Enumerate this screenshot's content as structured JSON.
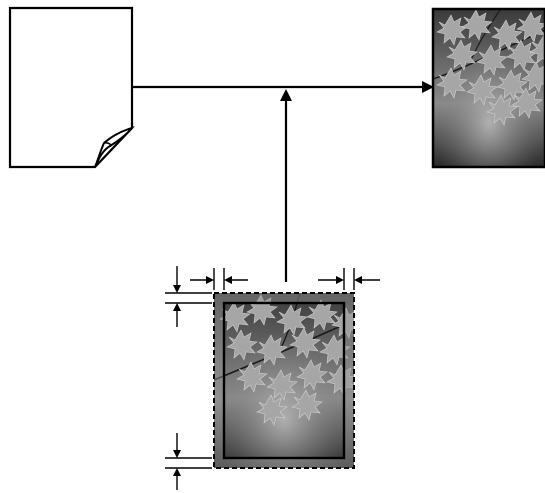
{
  "diagram": {
    "paper_sheet": {
      "icon": "blank-page-with-curled-corner-icon"
    },
    "printed_result": {
      "icon": "leaf-photo-image",
      "extent": "borderless"
    },
    "source_image": {
      "icon": "leaf-photo-image",
      "extent": "enlarged-beyond-paper",
      "border": "dashed"
    },
    "arrows": [
      "paper-to-result",
      "image-to-result"
    ],
    "margin_indicators": [
      "top",
      "bottom",
      "left",
      "right"
    ],
    "colors": {
      "stroke": "#000000",
      "paper_fill": "#ffffff",
      "photo_dark": "#2a2a2a",
      "photo_mid": "#6e6e6e",
      "photo_light": "#b5b5b5",
      "leaf": "#a8a8a8",
      "overflow_tint": "#7a7a7a"
    }
  }
}
